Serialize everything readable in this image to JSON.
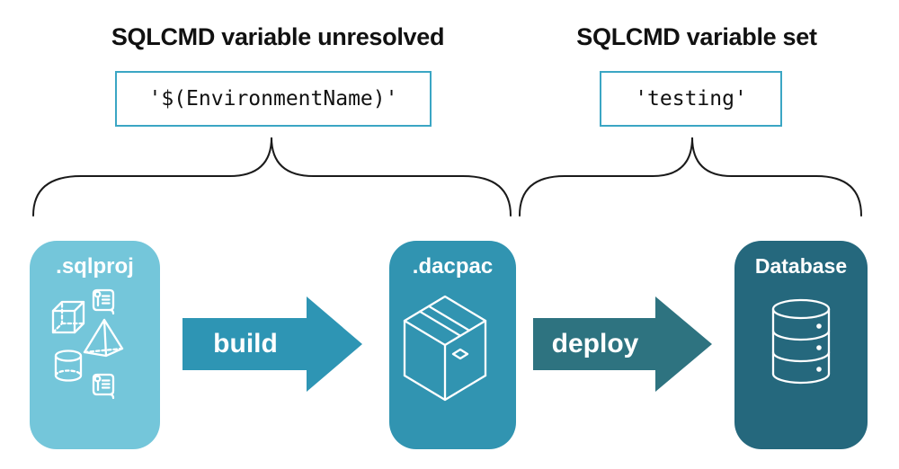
{
  "callouts": {
    "left": {
      "title": "SQLCMD variable unresolved",
      "code": "'$(EnvironmentName)'"
    },
    "right": {
      "title": "SQLCMD variable set",
      "code": "'testing'"
    }
  },
  "pipeline": {
    "stages": [
      {
        "label": ".sqlproj",
        "color": "#74C6DA",
        "icon": "sql-project-objects-icon"
      },
      {
        "label": ".dacpac",
        "color": "#3194B1",
        "icon": "package-icon"
      },
      {
        "label": "Database",
        "color": "#25687D",
        "icon": "database-icon"
      }
    ],
    "arrows": [
      {
        "label": "build",
        "color": "#2E95B4"
      },
      {
        "label": "deploy",
        "color": "#2E7380"
      }
    ]
  },
  "colors": {
    "background": "#FFFFFF",
    "text": "#111111",
    "code_box_border": "#3BA6C4",
    "brace_stroke": "#1A1A1A",
    "icon_stroke": "#FFFFFF"
  }
}
